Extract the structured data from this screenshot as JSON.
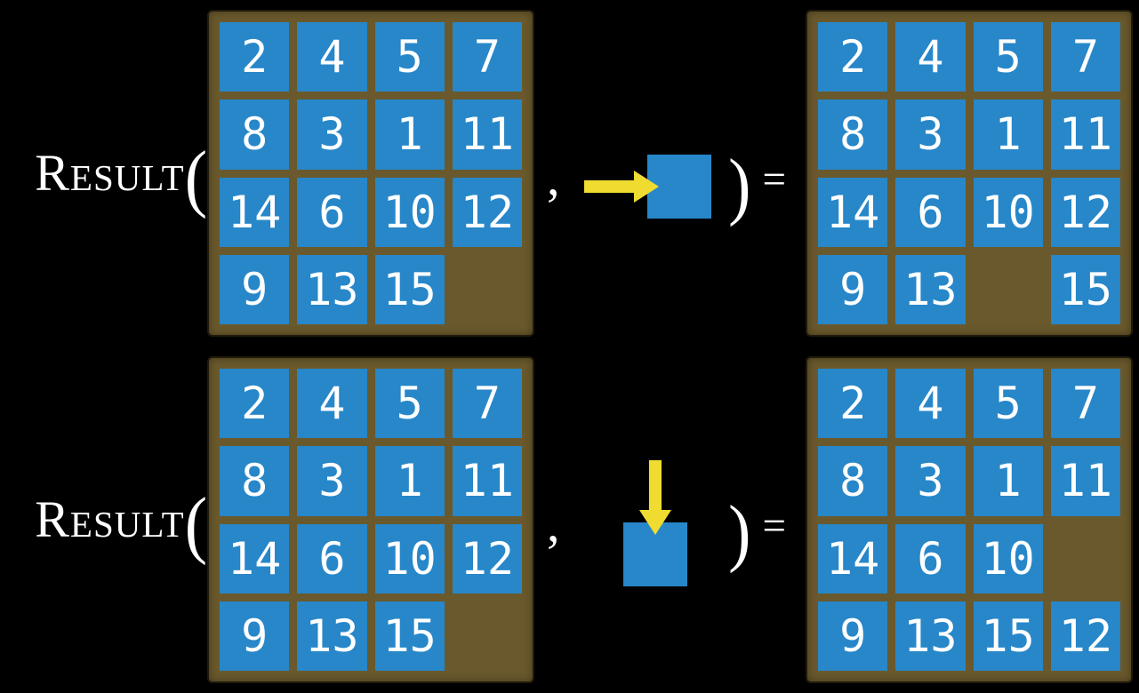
{
  "colors": {
    "background": "#000000",
    "frame": "#6a592c",
    "tile": "#2787c9",
    "tile_text": "#ffffff",
    "arrow": "#f0dc30",
    "text": "#ffffff"
  },
  "expression": {
    "function_name": "Result",
    "open_paren": "(",
    "comma": ",",
    "close_paren": ")",
    "equals": "="
  },
  "examples": [
    {
      "name": "slide-tile-right",
      "action_icon": "right-arrow-into-tile",
      "arrow_direction": "right",
      "initial_state": [
        [
          "2",
          "4",
          "5",
          "7"
        ],
        [
          "8",
          "3",
          "1",
          "11"
        ],
        [
          "14",
          "6",
          "10",
          "12"
        ],
        [
          "9",
          "13",
          "15",
          ""
        ]
      ],
      "result_state": [
        [
          "2",
          "4",
          "5",
          "7"
        ],
        [
          "8",
          "3",
          "1",
          "11"
        ],
        [
          "14",
          "6",
          "10",
          "12"
        ],
        [
          "9",
          "13",
          "",
          "15"
        ]
      ]
    },
    {
      "name": "slide-tile-down",
      "action_icon": "down-arrow-into-tile",
      "arrow_direction": "down",
      "initial_state": [
        [
          "2",
          "4",
          "5",
          "7"
        ],
        [
          "8",
          "3",
          "1",
          "11"
        ],
        [
          "14",
          "6",
          "10",
          "12"
        ],
        [
          "9",
          "13",
          "15",
          ""
        ]
      ],
      "result_state": [
        [
          "2",
          "4",
          "5",
          "7"
        ],
        [
          "8",
          "3",
          "1",
          "11"
        ],
        [
          "14",
          "6",
          "10",
          ""
        ],
        [
          "9",
          "13",
          "15",
          "12"
        ]
      ]
    }
  ]
}
